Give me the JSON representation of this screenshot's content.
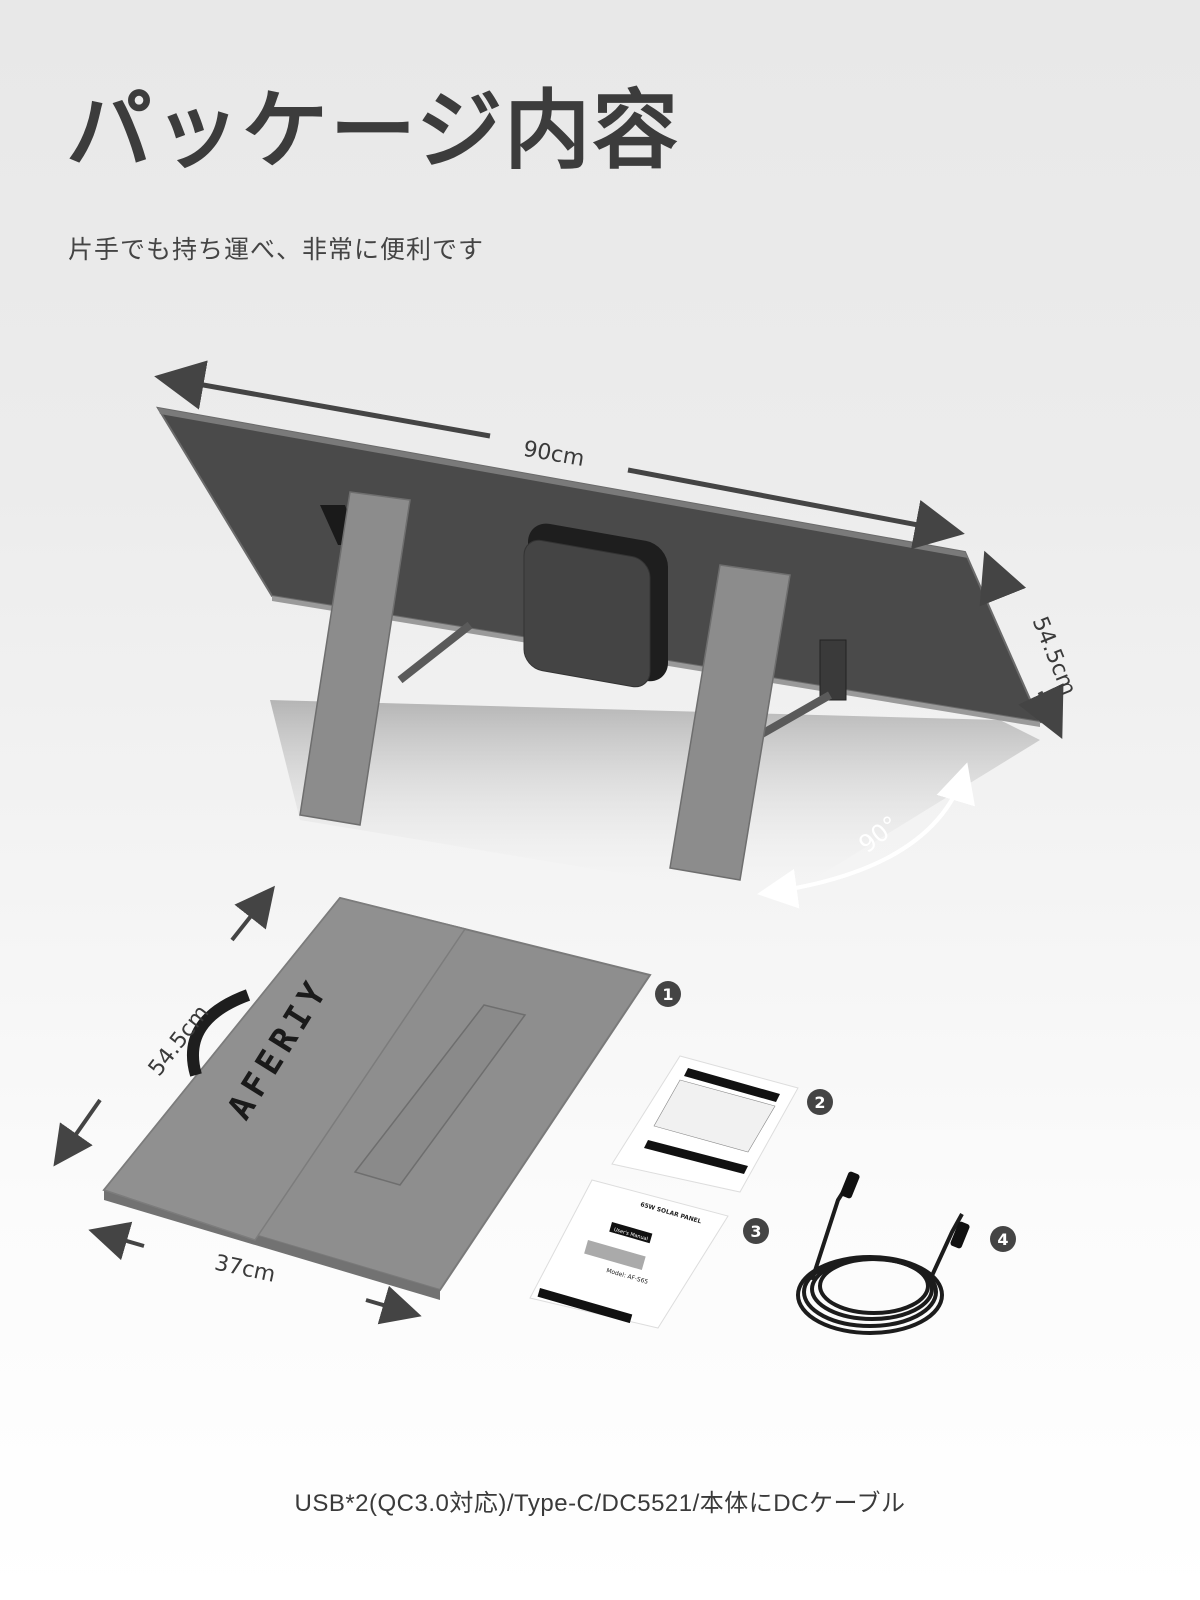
{
  "header": {
    "title": "パッケージ内容",
    "subtitle": "片手でも持ち運べ、非常に便利です"
  },
  "unfolded_panel": {
    "width_label": "90cm",
    "height_label": "54.5cm",
    "angle_label": "90°"
  },
  "folded_panel": {
    "brand_logo": "AFERIY",
    "height_label": "54.5cm",
    "width_label": "37cm"
  },
  "items": [
    {
      "number": "1",
      "name": "solar-panel"
    },
    {
      "number": "2",
      "name": "warranty-card"
    },
    {
      "number": "3",
      "name": "user-manual"
    },
    {
      "number": "4",
      "name": "dc-cable"
    }
  ],
  "manual": {
    "title": "65W SOLAR PANEL",
    "button": "User's Manual",
    "model": "Model: AF-S65"
  },
  "colors": {
    "text": "#3a3a3a",
    "panel_dark": "#4a4a4a",
    "fabric": "#8a8a8a",
    "badge": "#444444"
  },
  "footer": {
    "text": "USB*2(QC3.0対応)/Type-C/DC5521/本体にDCケーブル"
  }
}
